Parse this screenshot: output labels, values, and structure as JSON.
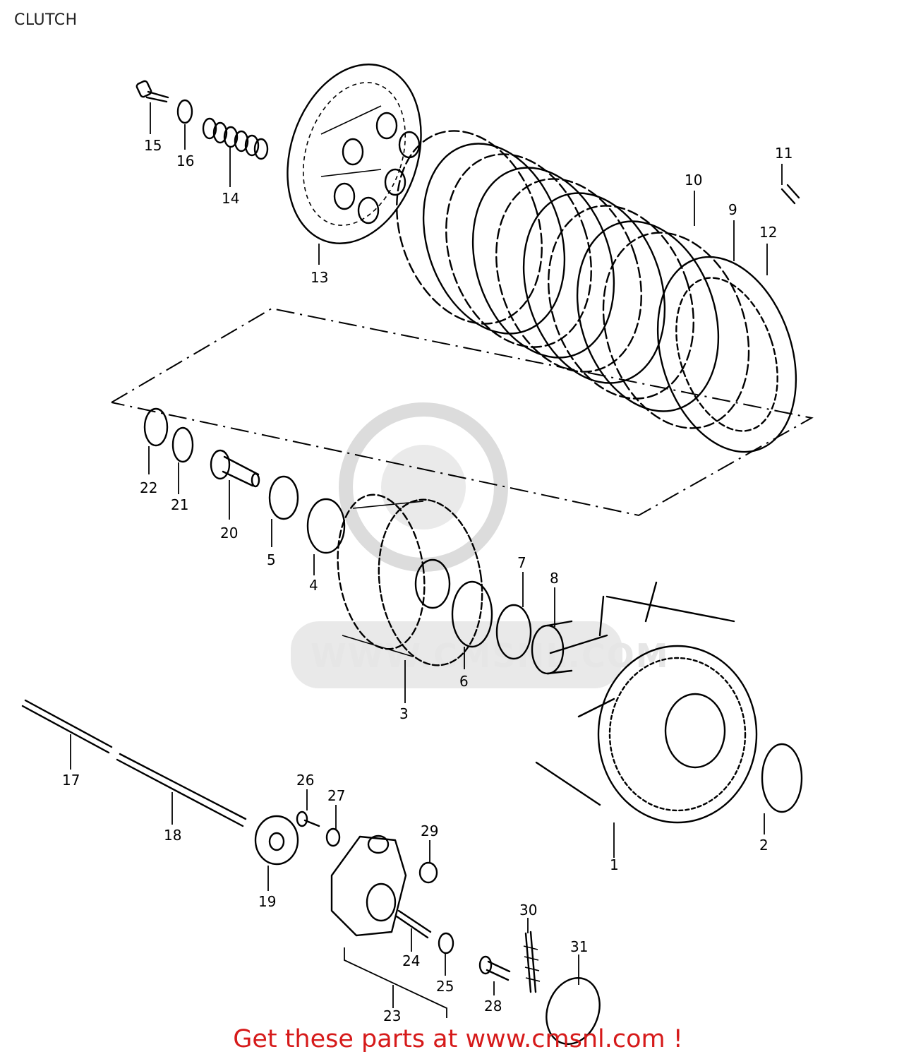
{
  "page": {
    "title": "CLUTCH"
  },
  "diagram": {
    "part_labels": [
      "1",
      "2",
      "3",
      "4",
      "5",
      "6",
      "7",
      "8",
      "9",
      "10",
      "11",
      "12",
      "13",
      "14",
      "15",
      "16",
      "17",
      "18",
      "19",
      "20",
      "21",
      "22",
      "23",
      "24",
      "25",
      "26",
      "27",
      "28",
      "29",
      "30",
      "31"
    ]
  },
  "footer": {
    "link_text": "Get these parts at www.cmsnl.com !",
    "link_color": "#d61a1a"
  },
  "watermark": {
    "text": "WWW.CMSNL.COM"
  }
}
